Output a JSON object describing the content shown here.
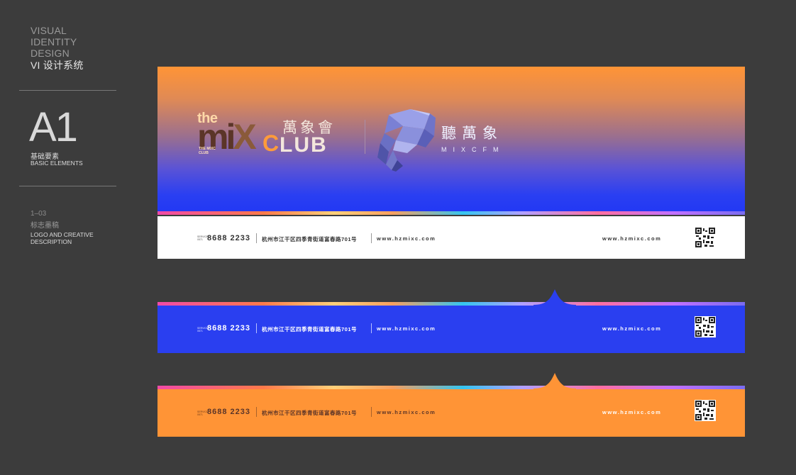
{
  "sidebar": {
    "head_lines": [
      "VISUAL",
      "IDENTITY",
      "DESIGN"
    ],
    "head_cn": "VI 设计系统",
    "code": "A1",
    "code_cn": "基础要素",
    "code_en": "BASIC ELEMENTS",
    "section_num": "1–03",
    "section_cn": "标志墨稿",
    "section_en_lines": [
      "LOGO AND CREATIVE",
      "DESCRIPTION"
    ]
  },
  "brand": {
    "the": "the",
    "mix": "mi",
    "mix_x": "X",
    "c": "C",
    "club": "LUB",
    "cn": "萬象會",
    "sub_lines": [
      "THE MIXC",
      "CLUB"
    ],
    "cfm_cn": "聽萬象",
    "cfm_en": "MIXCFM"
  },
  "contact": {
    "label_lines": [
      "SERVICE",
      "0571"
    ],
    "phone": "8688 2233",
    "address": "杭州市江干区四季青街道富春路701号",
    "web": "www.hzmixc.com",
    "web_right": "www.hzmixc.com"
  },
  "colors": {
    "background": "#3c3c3c",
    "orange": "#ff9436",
    "blue": "#2a3ff0",
    "brown": "#5b3528"
  }
}
